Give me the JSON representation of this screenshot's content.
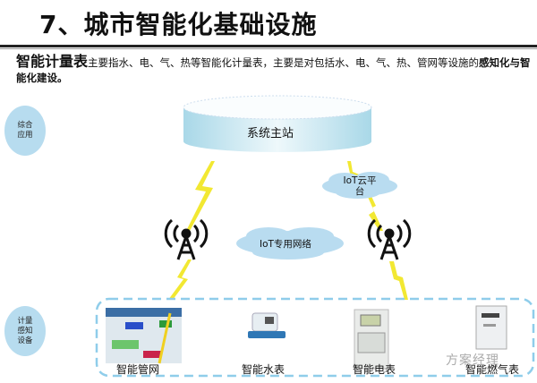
{
  "title": "7、城市智能化基础设施",
  "description": {
    "lead": "智能计量表",
    "body": "主要指水、电、气、热等智能化计量表，主要是对包括水、电、气、热、管网等设施的",
    "tail": "感知化与智能化建设。"
  },
  "layers": {
    "top": "综合\n应用",
    "bottom": "计量\n感知\n设备"
  },
  "diagram": {
    "master": "系统主站",
    "cloud_platform_1": "IoT云平",
    "cloud_platform_2": "台",
    "network": "IoT专用网络"
  },
  "devices": [
    {
      "label": "智能管网"
    },
    {
      "label": "智能水表"
    },
    {
      "label": "智能电表"
    },
    {
      "label": "智能燃气表"
    }
  ],
  "watermark": "方案经理",
  "colors": {
    "bolt": "#f2e832",
    "cloud": "#b9dcf0",
    "dashed": "#8fcdea"
  }
}
